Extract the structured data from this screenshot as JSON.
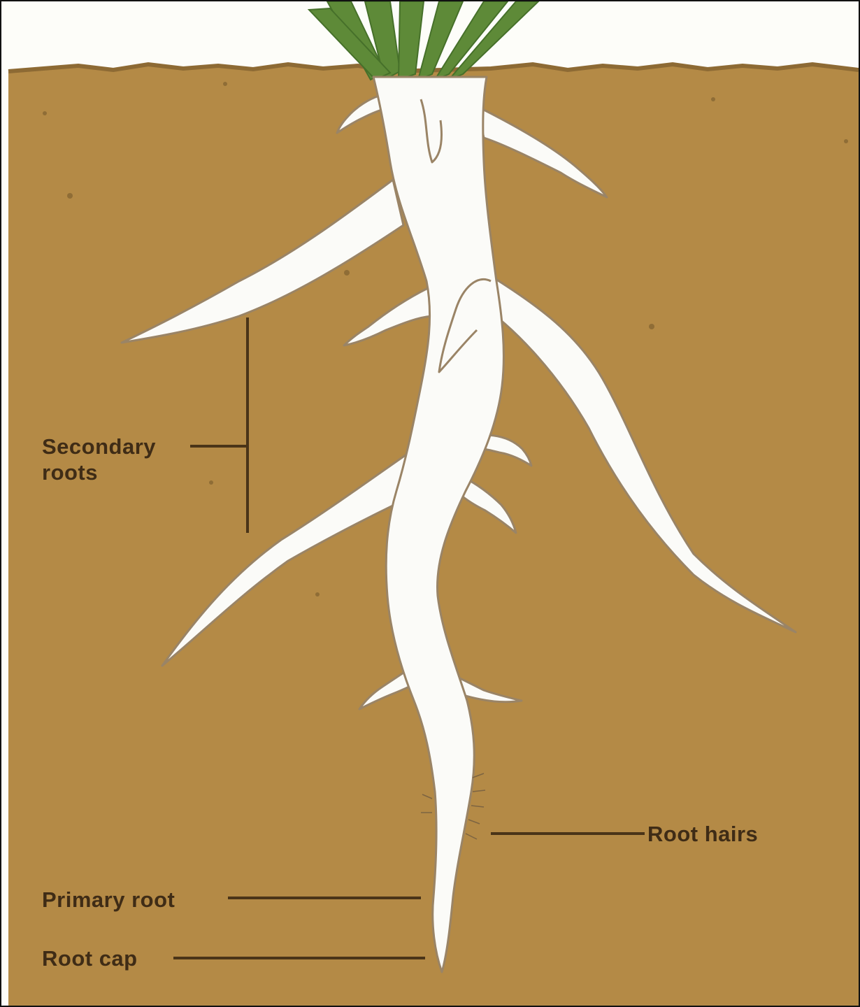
{
  "colors": {
    "soil": "#b48a46",
    "root": "#fbfbf8",
    "root_outline": "#9a8466",
    "leaves": "#5e8a38",
    "leader_line": "#4a3418",
    "label_text": "#3f2c16"
  },
  "labels": {
    "secondary_line1": "Secondary",
    "secondary_line2": "roots",
    "root_hairs": "Root hairs",
    "primary_root": "Primary root",
    "root_cap": "Root cap"
  }
}
